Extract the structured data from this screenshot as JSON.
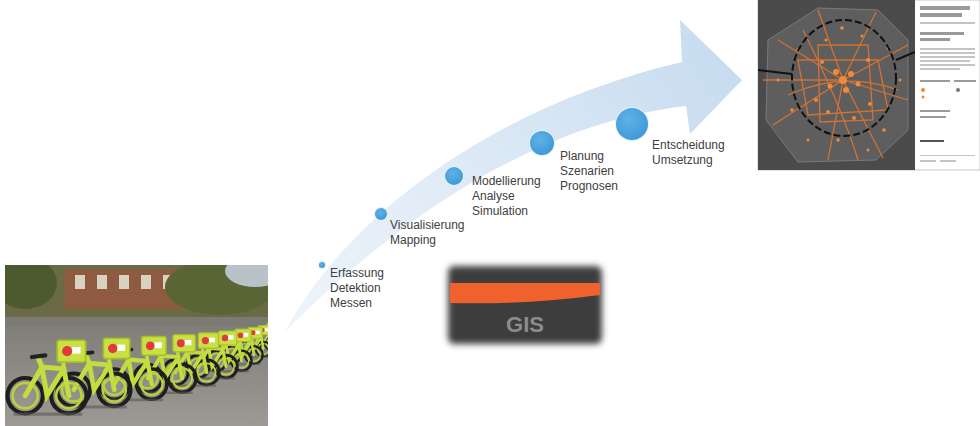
{
  "diagram": {
    "nodes": [
      {
        "text": [
          "Erfassung Detektion Messen"
        ]
      },
      {
        "text": [
          "Visualisierung Mapping"
        ]
      },
      {
        "text": [
          "Modellierung Analyse Simulation"
        ]
      },
      {
        "text": [
          "Planung Szenarien Prognosen"
        ]
      },
      {
        "text": [
          "Entscheidung Umsetzung"
        ]
      },
      {
        "text": [
          "GIS"
        ]
      }
    ]
  }
}
